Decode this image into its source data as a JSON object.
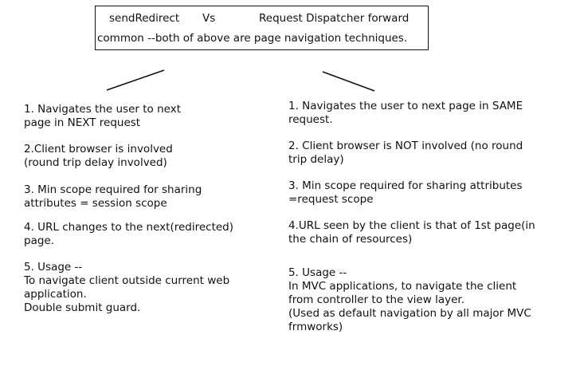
{
  "header": {
    "left_title": "sendRedirect",
    "vs": "Vs",
    "right_title": "Request Dispatcher forward",
    "common": "common --both of above are page navigation techniques."
  },
  "left": {
    "items": [
      "1. Navigates the user to next\n page in NEXT request",
      "2.Client browser is involved\n(round trip delay involved)",
      "3. Min scope required for sharing\nattributes = session scope",
      "4. URL changes to the next(redirected)\npage.",
      "5. Usage --\nTo navigate client outside current web\napplication.\nDouble submit guard."
    ]
  },
  "right": {
    "items": [
      "1. Navigates the user to next page in SAME\nrequest.",
      "2. Client browser is NOT involved (no round\ntrip delay)",
      "3. Min scope required for sharing attributes\n=request scope",
      "4.URL seen by the client is that of 1st page(in\nthe chain of resources)",
      "5. Usage --\nIn MVC applications, to navigate the client\nfrom controller to the view layer.\n(Used as default navigation by all major MVC\nfrmworks)"
    ]
  }
}
